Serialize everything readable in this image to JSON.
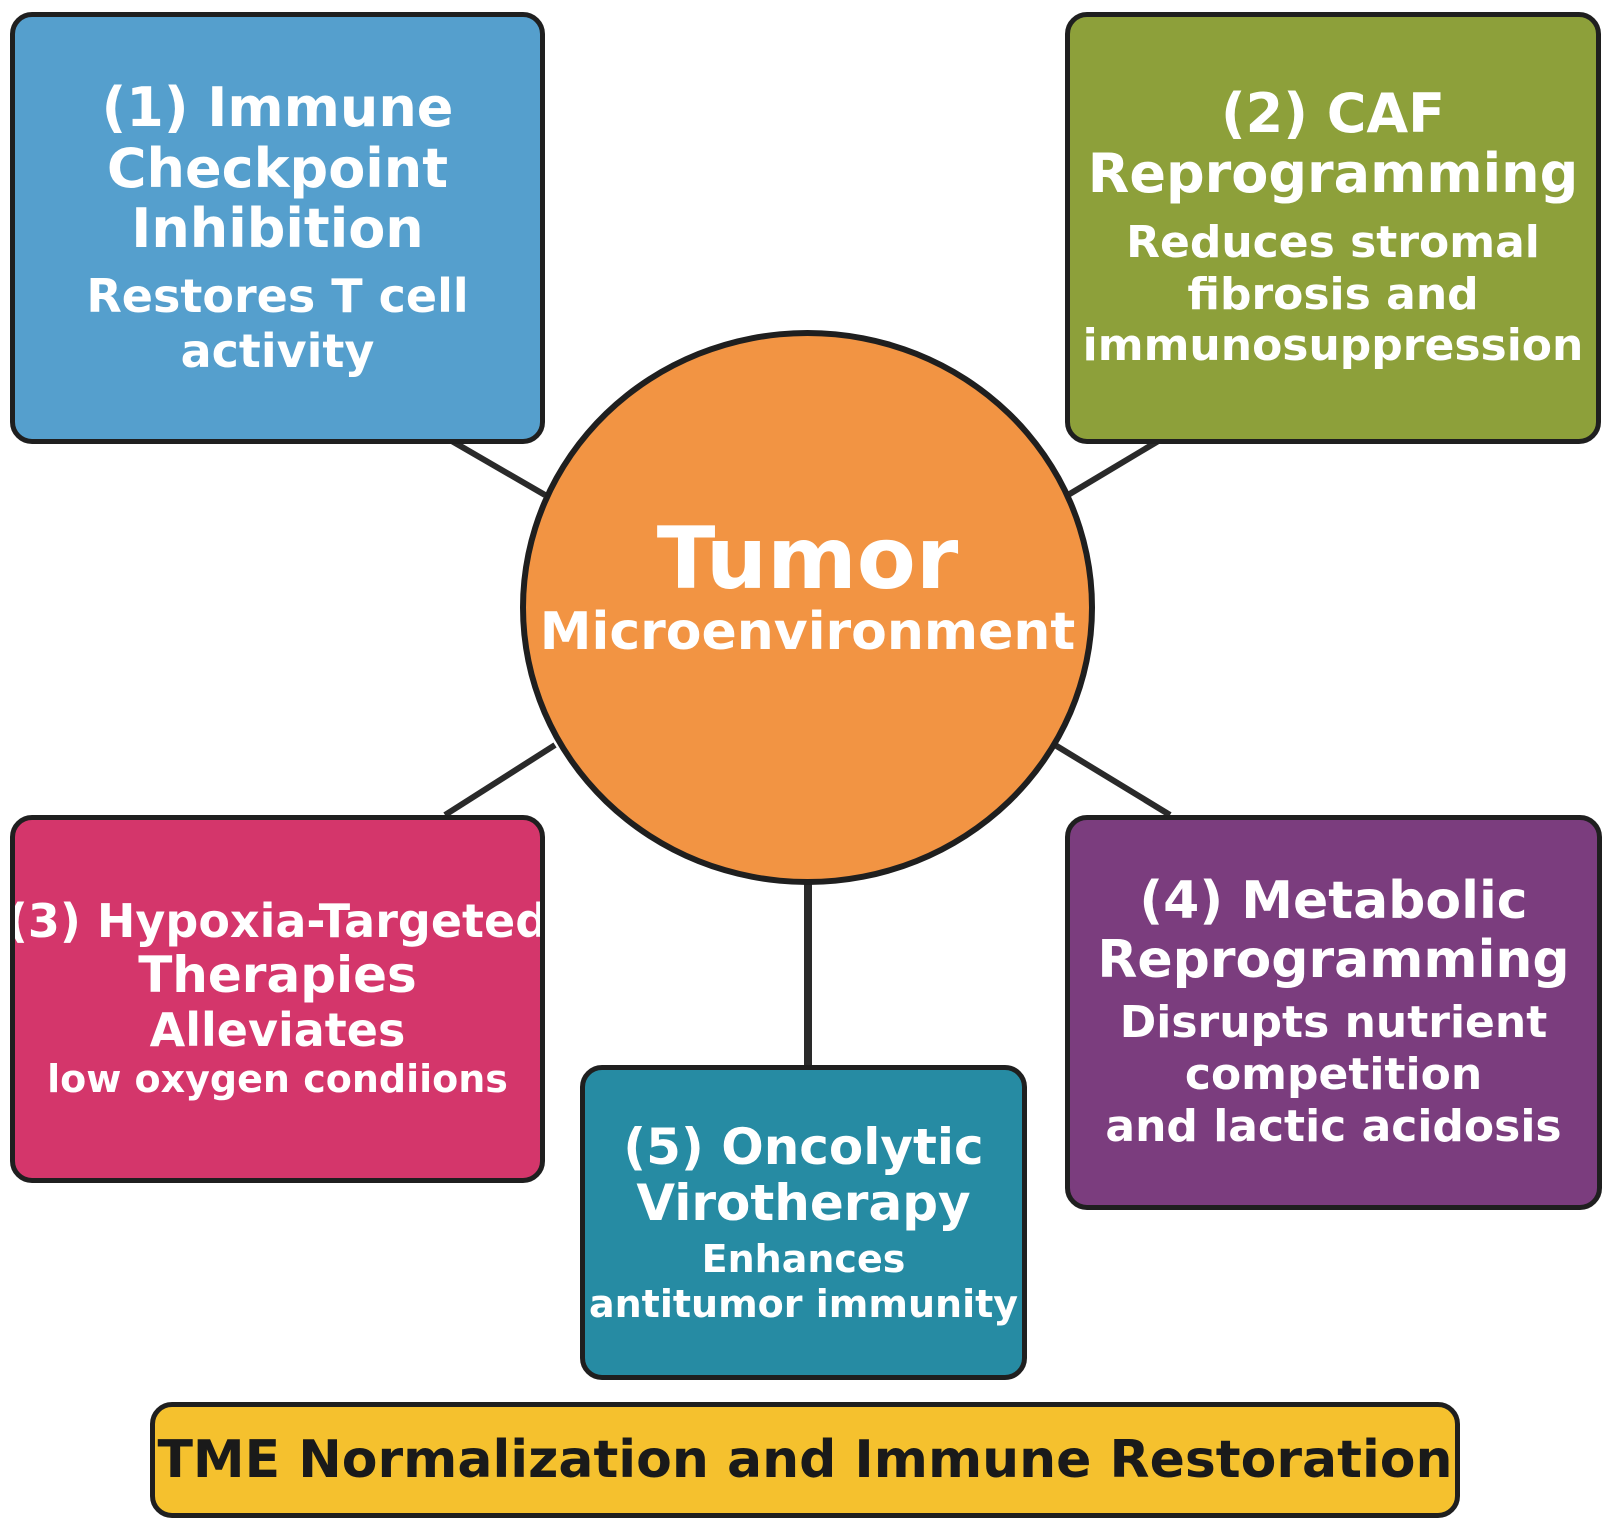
{
  "center": {
    "title": "Tumor",
    "subtitle": "Microenvironment",
    "color": "#f29443"
  },
  "boxes": [
    {
      "title_lines": [
        "(1) Immune",
        "Checkpoint",
        "Inhibition"
      ],
      "desc_lines": [
        "Restores T cell",
        "activity"
      ],
      "color": "#559fcd"
    },
    {
      "title_lines": [
        "(2) CAF",
        "Reprogramming"
      ],
      "desc_lines": [
        "Reduces stromal",
        "fibrosis and",
        "immunosuppression"
      ],
      "color": "#8da03a"
    },
    {
      "title_lines": [
        "(3) Hypoxia-Targeted",
        "Therapies"
      ],
      "desc_lines": [
        "Alleviates",
        "low oxygen condiions"
      ],
      "color": "#d4366b"
    },
    {
      "title_lines": [
        "(4) Metabolic",
        "Reprogramming"
      ],
      "desc_lines": [
        "Disrupts nutrient",
        "competition",
        "and lactic acidosis"
      ],
      "color": "#7b3d7e"
    },
    {
      "title_lines": [
        "(5) Oncolytic",
        "Virotherapy"
      ],
      "desc_lines": [
        "Enhances",
        "antitumor immunity"
      ],
      "color": "#268ba3"
    }
  ],
  "footer": {
    "text": "TME Normalization and Immune Restoration",
    "color": "#f5c12e"
  }
}
